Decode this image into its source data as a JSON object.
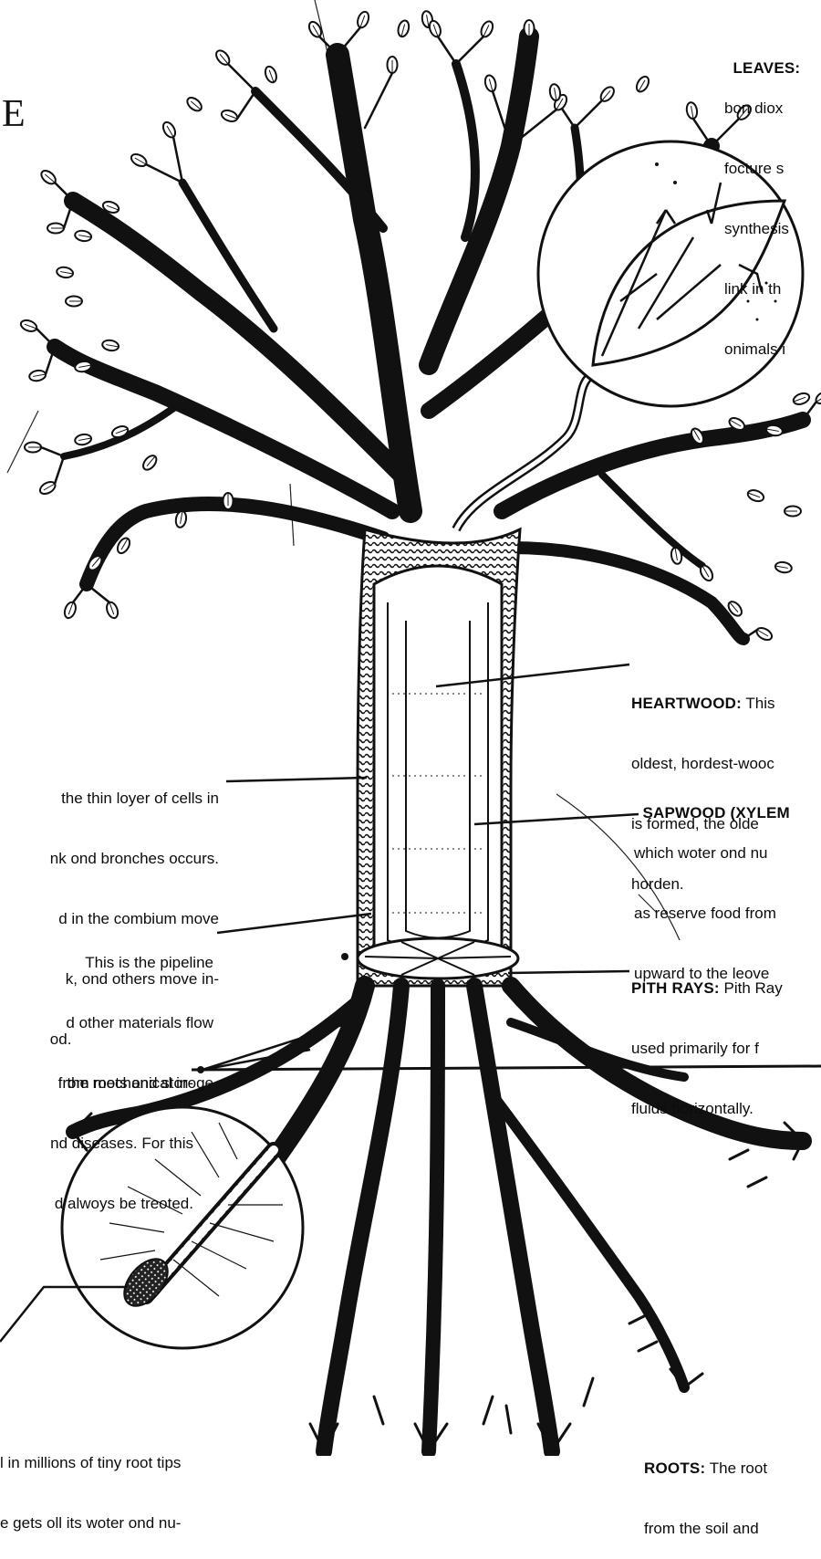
{
  "heading_fragment": "E",
  "labels": {
    "leaves": {
      "title": "LEAVES:",
      "lines": [
        "bon diox",
        "focture s",
        "synthesis",
        "link in th",
        "onimals i"
      ]
    },
    "heartwood": {
      "title": "HEARTWOOD:",
      "first_line_rest": " This",
      "lines": [
        "oldest, hordest-wooc",
        "is formed, the olde",
        "horden."
      ]
    },
    "sapwood": {
      "title": "SAPWOOD (XYLEM",
      "lines": [
        "which woter ond nu",
        "as reserve food from",
        "upward to the leove"
      ]
    },
    "pith_rays": {
      "title": "PITH RAYS:",
      "first_line_rest": " Pith Ray",
      "lines": [
        "used primarily for f",
        "fluids horizontally."
      ]
    },
    "roots": {
      "title": "ROOTS:",
      "first_line_rest": " The root",
      "lines": [
        "from the soil and"
      ]
    },
    "cambium": {
      "lines": [
        "the thin loyer of cells in",
        "nk ond bronches occurs.",
        "d in the combium move",
        "k, ond others move in-",
        "od."
      ]
    },
    "phloem": {
      "lines": [
        "This is the pipeline",
        "d other materials flow",
        "the roots ond storoge"
      ]
    },
    "bark": {
      "lines": [
        "from mechanical in-",
        "nd diseases. For this",
        "d alwoys be treoted."
      ]
    },
    "root_tips": {
      "lines": [
        "l in millions of tiny root tips",
        "e gets oll its woter ond nu-"
      ]
    }
  }
}
